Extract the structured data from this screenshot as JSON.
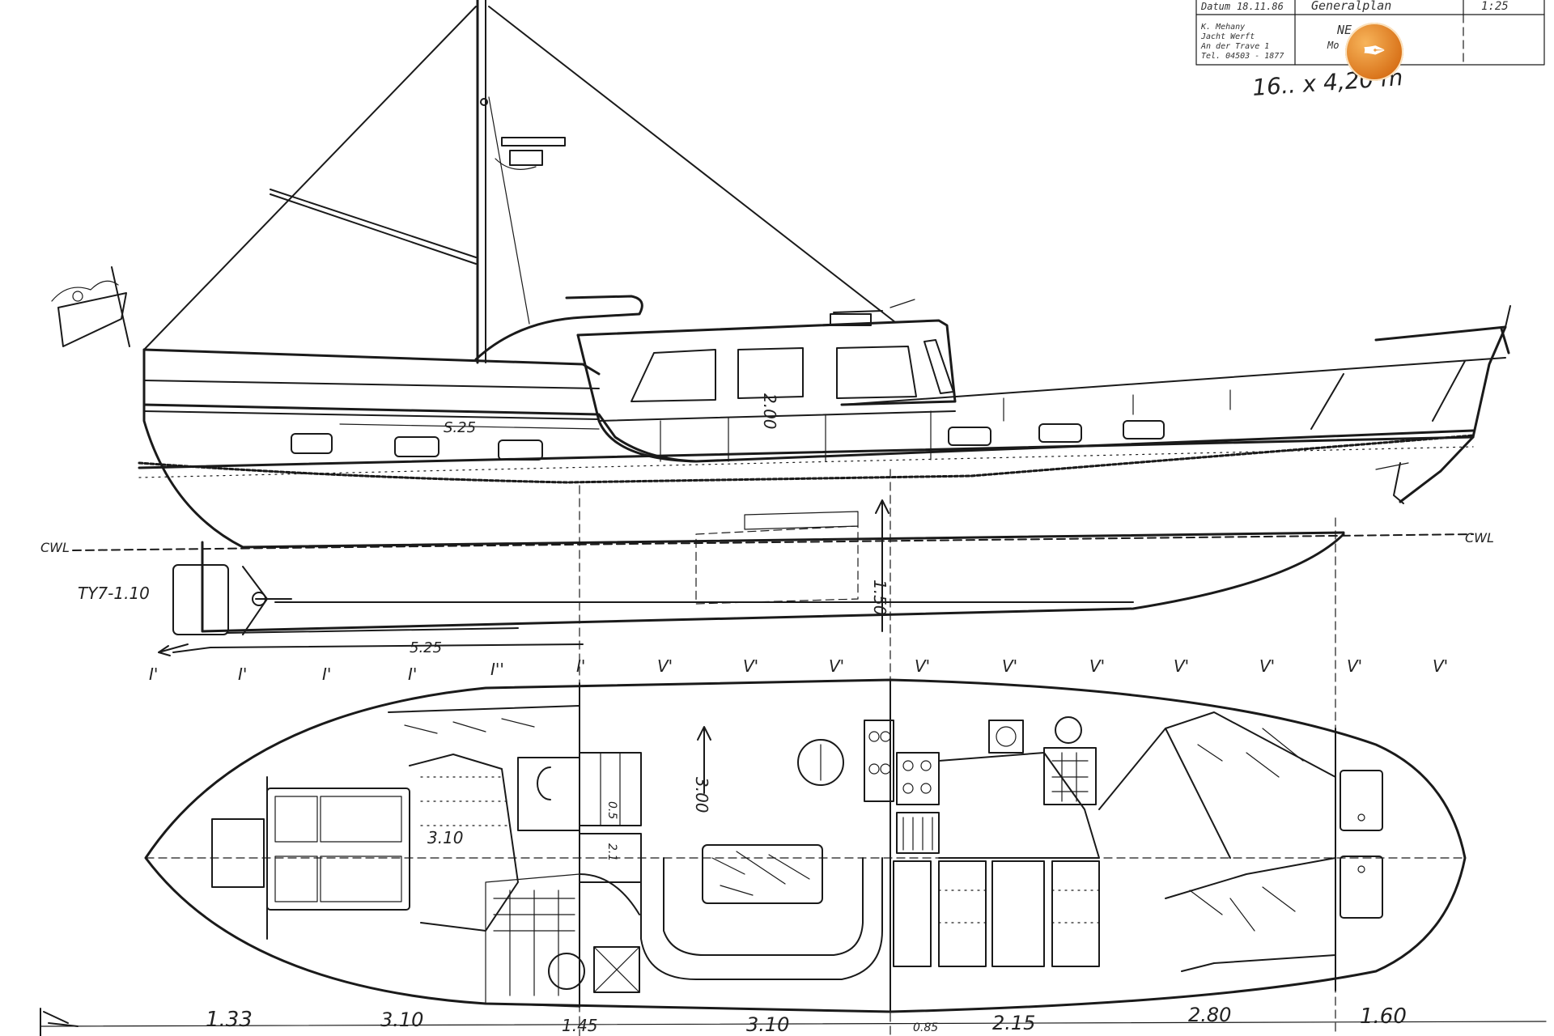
{
  "title_block": {
    "date_label": "Datum",
    "date_value": "18.11.86",
    "title": "Generalplan",
    "scale": "1:25",
    "company_lines": [
      "K. Mehany",
      "Jacht Werft",
      "An der Trave 1",
      "Tel. 04503 - 1877"
    ],
    "fragment_1": "NE",
    "fragment_2": "Mo"
  },
  "dimensions_caption": "16.. x 4,20 m",
  "profile": {
    "cwl_left": "CWL",
    "cwl_right": "CWL",
    "engine_label": "TY7-1.10",
    "length_label": "5.25",
    "height_label": "2.00",
    "depth_label": "1.50",
    "hull_tag": "S.25"
  },
  "frame_marks": [
    "I'",
    "I'",
    "I'",
    "I'",
    "I''",
    "I'",
    "V'",
    "V'",
    "V'",
    "V'",
    "V'",
    "V'",
    "V'",
    "V'",
    "V'",
    "V'"
  ],
  "plan": {
    "beam_label": "3.00",
    "berth_label": "3.10",
    "locker_labels": [
      "0.5",
      "2.1"
    ]
  },
  "bottom_dimensions": [
    "1.33",
    "3.10",
    "1.45",
    "3.10",
    "0.85",
    "2.15",
    "2.80",
    "1.60"
  ],
  "logo": {
    "icon": "seagull-logo-icon",
    "color": "#e08a2a"
  }
}
